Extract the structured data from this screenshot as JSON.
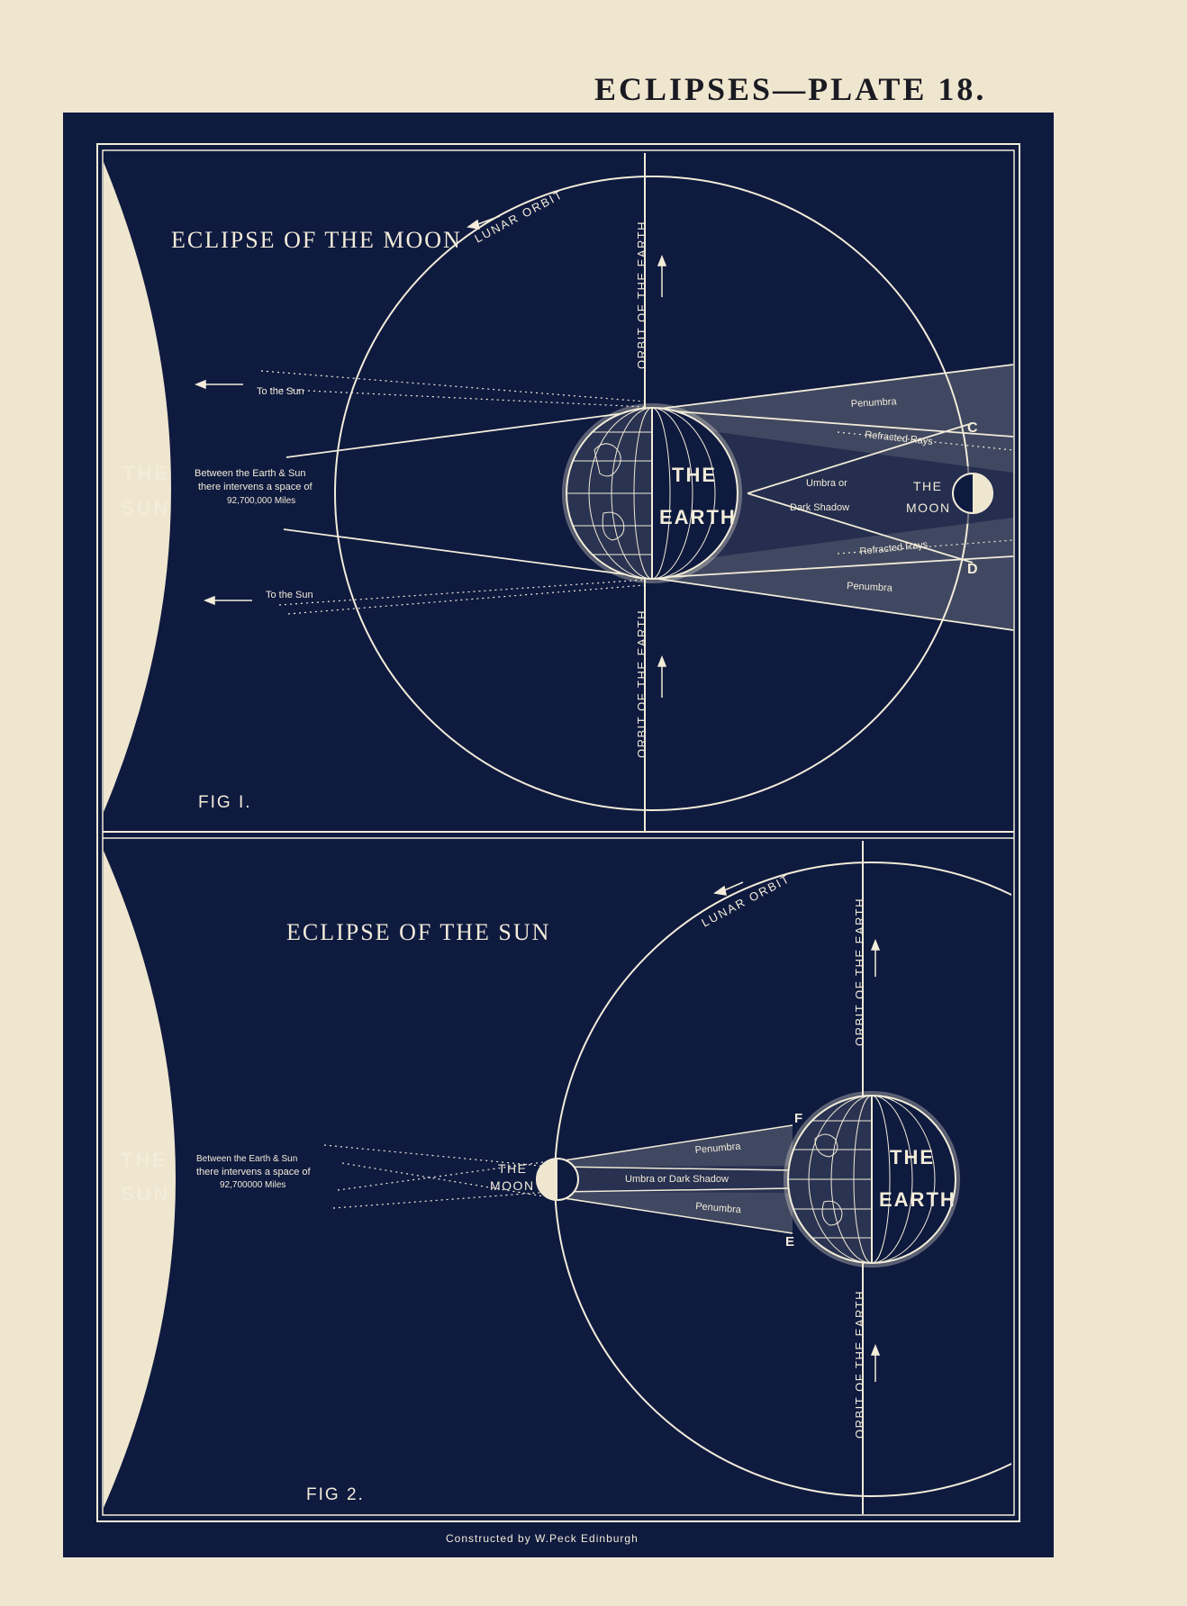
{
  "header": {
    "plate_title": "ECLIPSES—PLATE 18."
  },
  "colors": {
    "paper": "#efe6cf",
    "panel": "#0f1a3f",
    "ink": "#f2ecd9",
    "text_dark": "#1a1a22"
  },
  "fig1": {
    "title": "ECLIPSE OF THE MOON",
    "fig_label": "FIG I.",
    "sun_label_1": "THE",
    "sun_label_2": "SUN",
    "distance_1": "Between the Earth & Sun",
    "distance_2": "there intervens a space of",
    "distance_3": "92,700,000 Miles",
    "to_sun_top": "To the Sun",
    "to_sun_bottom": "To the Sun",
    "lunar_orbit": "LUNAR ORBIT",
    "orbit_earth_top": "ORBIT OF THE EARTH",
    "orbit_earth_bottom": "ORBIT OF THE EARTH",
    "earth_label_1": "THE",
    "earth_label_2": "EARTH",
    "penumbra_top": "Penumbra",
    "refracted_top": "Refracted Rays",
    "umbra_1": "Umbra or",
    "umbra_2": "Dark Shadow",
    "refracted_bottom": "Refracted Rays",
    "penumbra_bottom": "Penumbra",
    "moon_label_1": "THE",
    "moon_label_2": "MOON",
    "point_c": "C",
    "point_d": "D"
  },
  "fig2": {
    "title": "ECLIPSE OF THE SUN",
    "fig_label": "FIG 2.",
    "sun_label_1": "THE",
    "sun_label_2": "SUN",
    "distance_1": "Between the Earth & Sun",
    "distance_2": "there intervens a space of",
    "distance_3": "92,700000 Miles",
    "lunar_orbit": "LUNAR ORBIT",
    "orbit_earth_top": "ORBIT OF THE EARTH",
    "orbit_earth_bottom": "ORBIT OF THE EARTH",
    "moon_label_1": "THE",
    "moon_label_2": "MOON",
    "penumbra_top": "Penumbra",
    "umbra": "Umbra or Dark Shadow",
    "penumbra_bottom": "Penumbra",
    "earth_label_1": "THE",
    "earth_label_2": "EARTH",
    "point_f": "F",
    "point_e": "E"
  },
  "credit": "Constructed by W.Peck Edinburgh"
}
